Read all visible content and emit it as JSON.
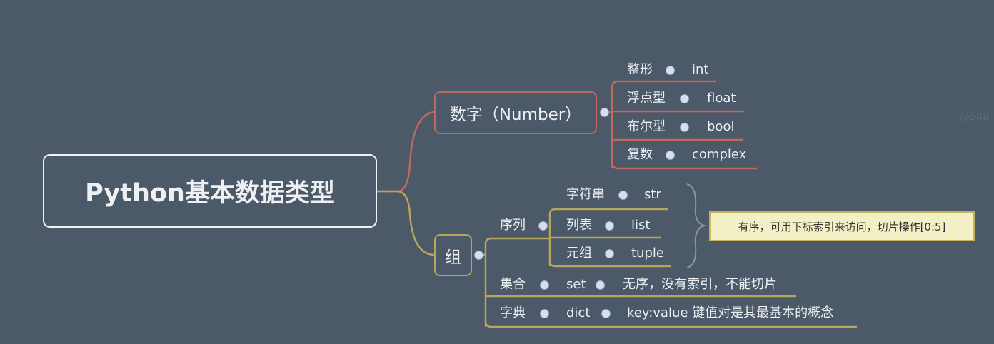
{
  "root": "Python基本数据类型",
  "number": {
    "label": "数字（Number）",
    "items": [
      {
        "cn": "整形",
        "en": "int"
      },
      {
        "cn": "浮点型",
        "en": "float"
      },
      {
        "cn": "布尔型",
        "en": "bool"
      },
      {
        "cn": "复数",
        "en": "complex"
      }
    ]
  },
  "group": {
    "label": "组",
    "sequence": {
      "label": "序列",
      "items": [
        {
          "cn": "字符串",
          "en": "str"
        },
        {
          "cn": "列表",
          "en": "list"
        },
        {
          "cn": "元组",
          "en": "tuple"
        }
      ],
      "note": "有序，可用下标索引来访问，切片操作[0:5]"
    },
    "set": {
      "cn": "集合",
      "en": "set",
      "desc": "无序，没有索引，不能切片"
    },
    "dict": {
      "cn": "字典",
      "en": "dict",
      "desc": "key:value 键值对是其最基本的概念"
    }
  },
  "watermark": "@588",
  "colors": {
    "background": "#4b5968",
    "number_branch": "#c2675c",
    "group_branch": "#b6a65a",
    "note_bg": "#f4f0c6"
  }
}
